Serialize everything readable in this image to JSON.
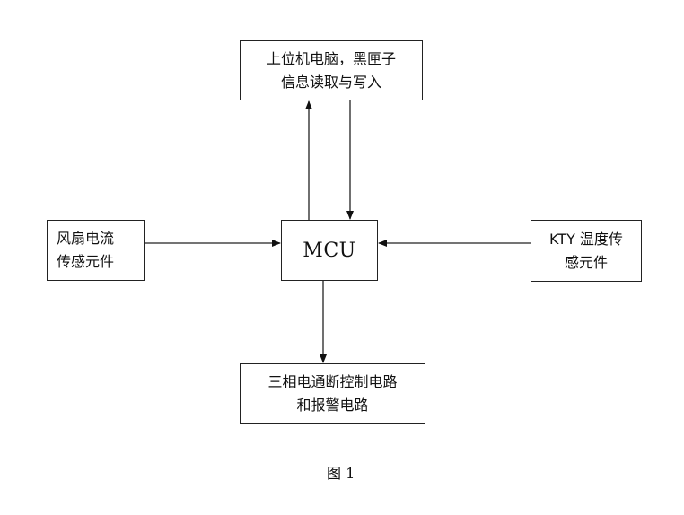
{
  "diagram": {
    "nodes": {
      "top": {
        "lines": [
          "上位机电脑，黑匣子",
          "信息读取与写入"
        ]
      },
      "mcu": {
        "label": "MCU"
      },
      "left": {
        "lines": [
          "风扇电流",
          "传感元件"
        ]
      },
      "right": {
        "lines": [
          "KTY 温度传",
          "感元件"
        ]
      },
      "bottom": {
        "lines": [
          "三相电通断控制电路",
          "和报警电路"
        ]
      }
    },
    "edges": [
      {
        "from": "mcu",
        "to": "top"
      },
      {
        "from": "top",
        "to": "mcu"
      },
      {
        "from": "left",
        "to": "mcu"
      },
      {
        "from": "right",
        "to": "mcu"
      },
      {
        "from": "mcu",
        "to": "bottom"
      }
    ],
    "caption": "图 1"
  }
}
